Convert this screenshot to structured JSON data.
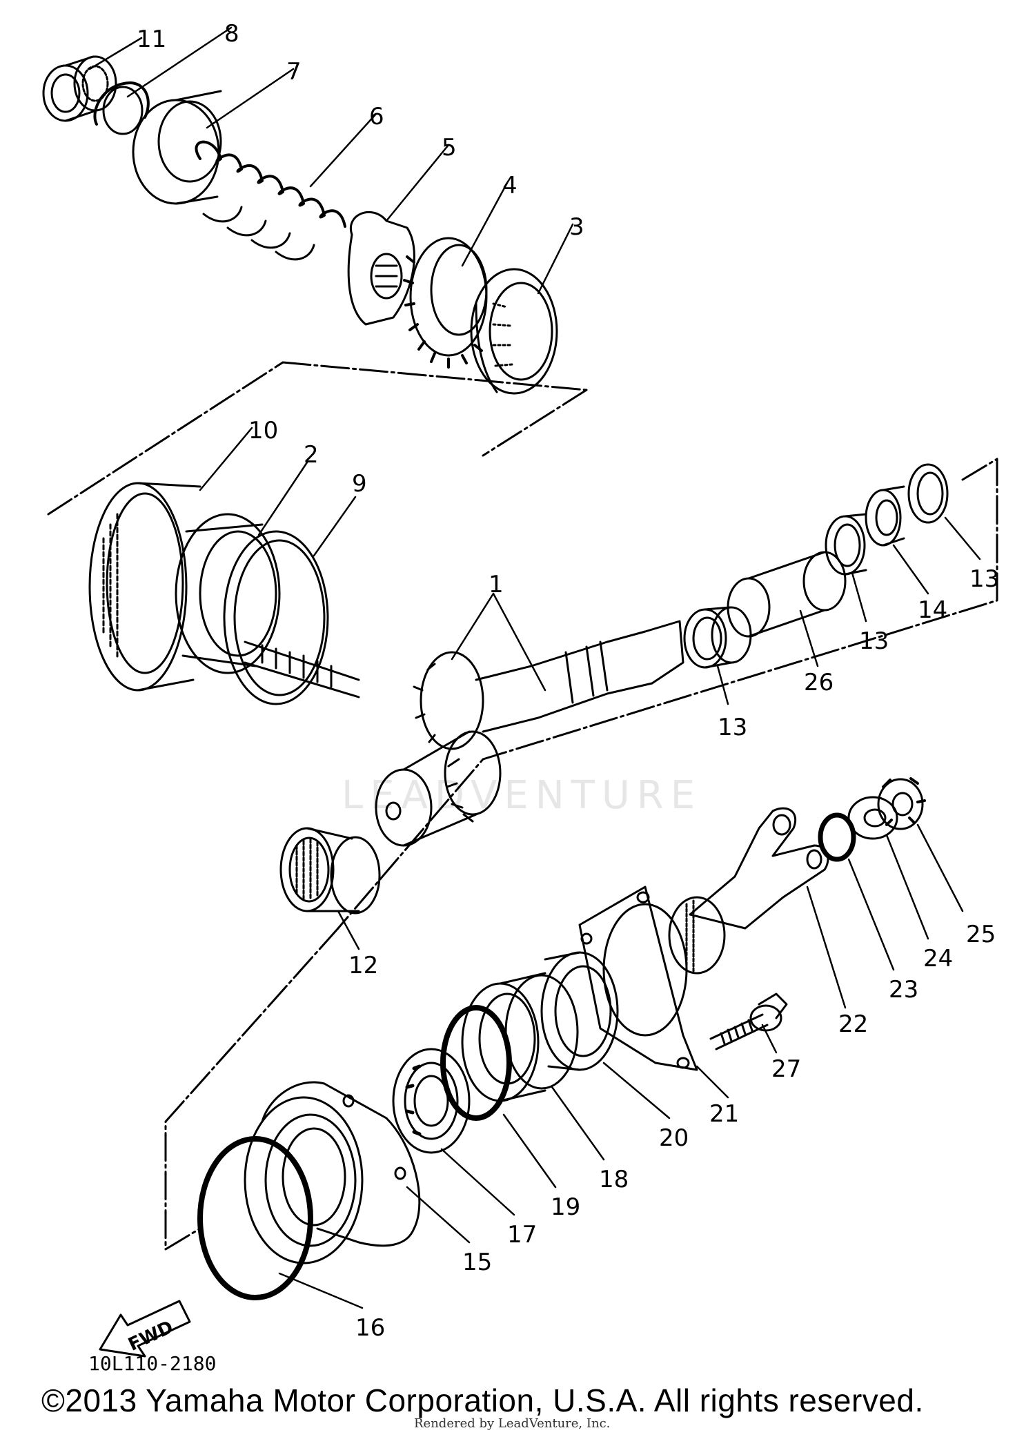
{
  "diagram": {
    "code": "10L110-2180",
    "fwd_label": "FWD",
    "watermark_text": "LEADVENTURE",
    "callouts": [
      "11",
      "8",
      "7",
      "6",
      "5",
      "4",
      "3",
      "10",
      "2",
      "9",
      "1",
      "13",
      "13",
      "14",
      "13",
      "26",
      "12",
      "25",
      "24",
      "23",
      "22",
      "27",
      "21",
      "20",
      "18",
      "19",
      "17",
      "15",
      "16"
    ]
  },
  "footer": {
    "copyright": "©2013 Yamaha Motor Corporation, U.S.A. All rights reserved.",
    "rendered_by": "Rendered by LeadVenture, Inc."
  }
}
